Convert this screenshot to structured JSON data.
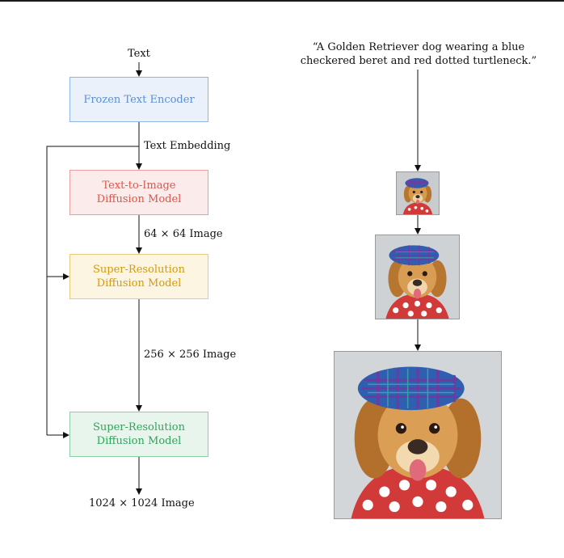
{
  "pipeline": {
    "input_label": "Text",
    "text_encoder": "Frozen Text Encoder",
    "embedding_label": "Text Embedding",
    "base_model": "Text-to-Image\nDiffusion Model",
    "base_output": "64 × 64 Image",
    "sr1_model": "Super-Resolution\nDiffusion Model",
    "sr1_output": "256 × 256 Image",
    "sr2_model": "Super-Resolution\nDiffusion Model",
    "final_output": "1024 × 1024 Image"
  },
  "example": {
    "prompt": "“A Golden Retriever dog wearing a blue checkered beret and red dotted turtleneck.”"
  },
  "colors": {
    "encoder": "#5b8fd6",
    "base": "#d9574c",
    "sr1": "#d39a12",
    "sr2": "#2fa45a"
  }
}
